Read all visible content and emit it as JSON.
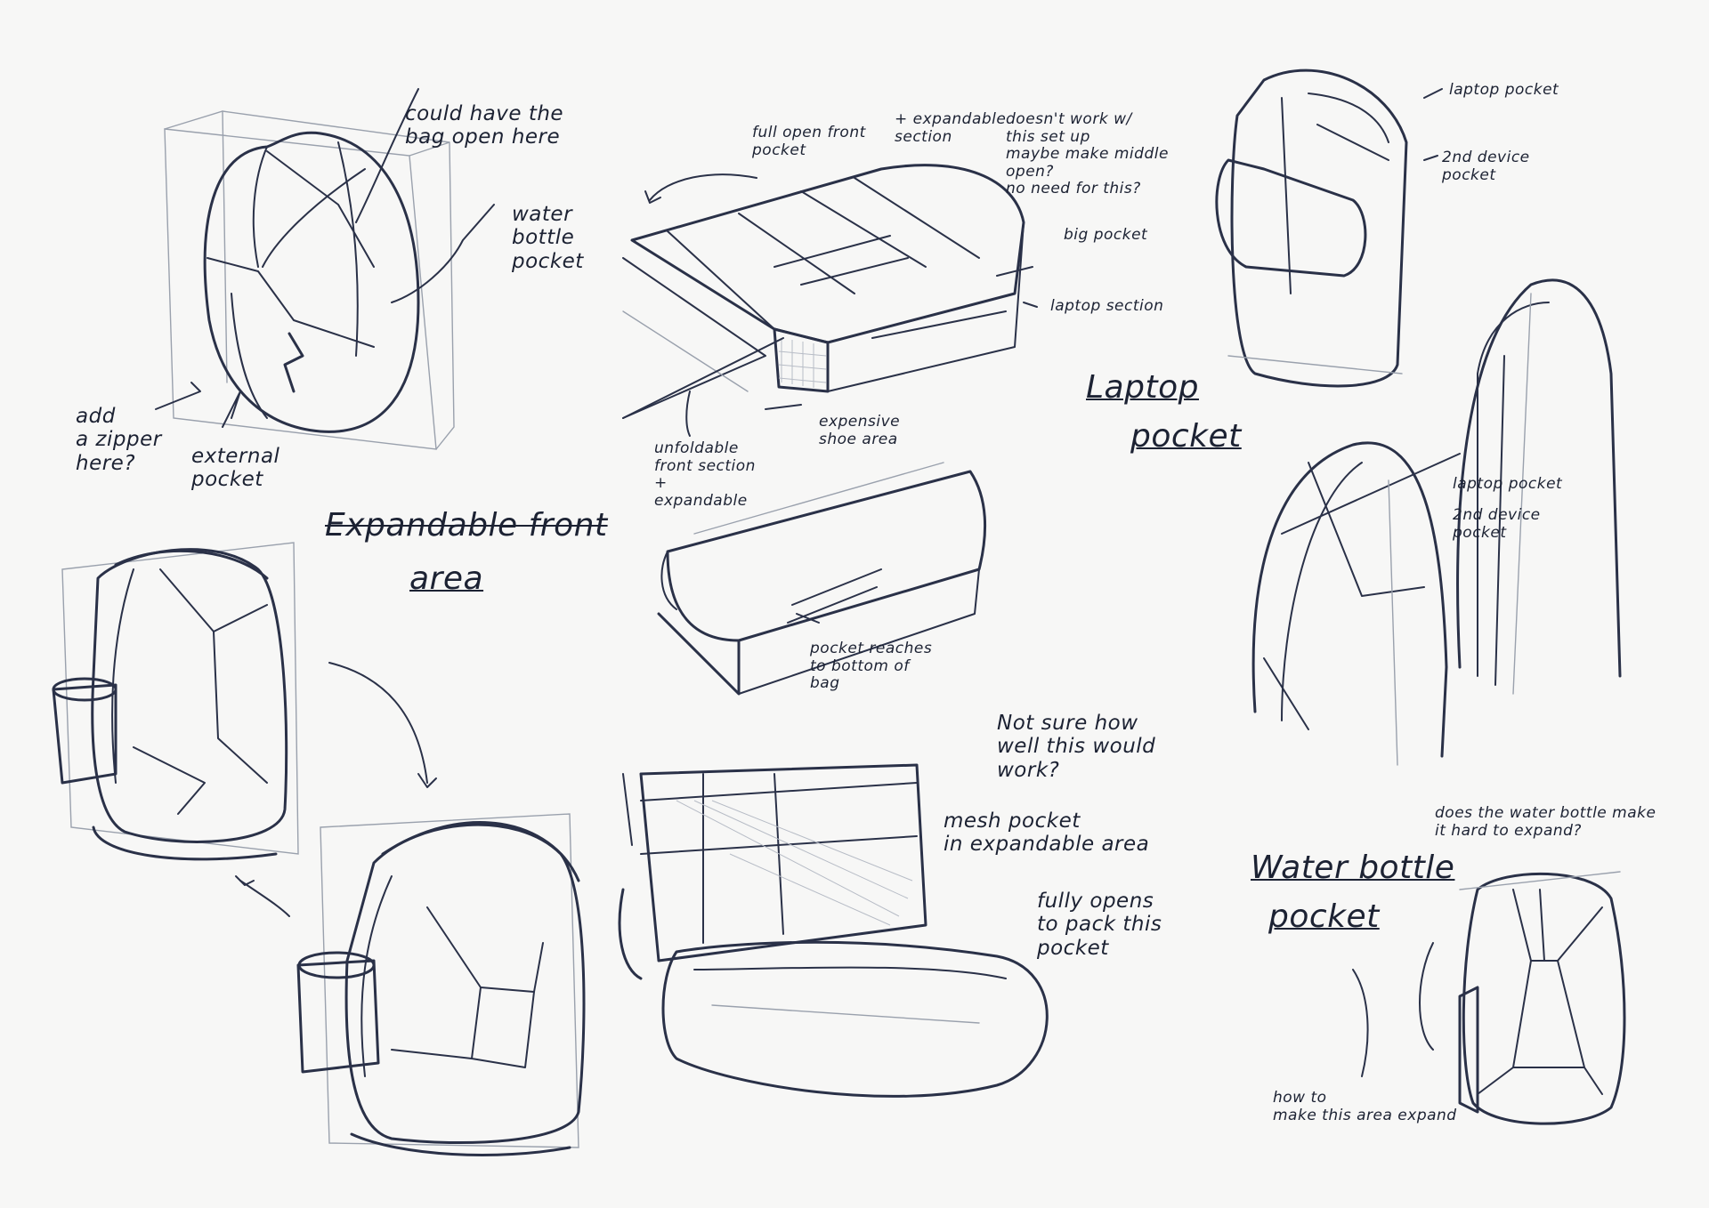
{
  "annotations": {
    "open_here": "could have the\nbag open here",
    "water_bottle": "water\nbottle\npocket",
    "add_zipper": "add\na zipper\nhere?",
    "external_pocket": "external\npocket",
    "expandable_title_1": "Expandable front",
    "expandable_title_2": "area",
    "full_open": "full open front\npocket",
    "expandable_section": "+ expandable\nsection",
    "doesnt_work": "doesn't work w/\nthis set up\nmaybe make middle\nopen?\nno need for this?",
    "big_pocket": "big pocket",
    "laptop_section": "laptop section",
    "foldable_front": "unfoldable\nfront section\n+\nexpandable",
    "shoe_area": "expensive\nshoe area",
    "laptop_title_1": "Laptop",
    "laptop_title_2": "pocket",
    "laptop_pocket_1": "laptop pocket",
    "device_pocket_1": "2nd device\npocket",
    "laptop_pocket_2": "laptop pocket",
    "device_pocket_2": "2nd device\npocket",
    "pocket_reaches": "pocket reaches\nto bottom of\nbag",
    "not_sure": "Not sure how\nwell this would\nwork?",
    "mesh_pocket": "mesh pocket\nin expandable area",
    "fully_opens": "fully opens\nto pack this\npocket",
    "bottle_expand": "does the water bottle make\nit hard to expand?",
    "water_title_1": "Water bottle",
    "water_title_2": "pocket",
    "how_to_make": "how to\nmake this area expand"
  },
  "colors": {
    "ink": "#1c2233",
    "pencil": "#9aa1ad",
    "paper": "#f7f7f6"
  }
}
